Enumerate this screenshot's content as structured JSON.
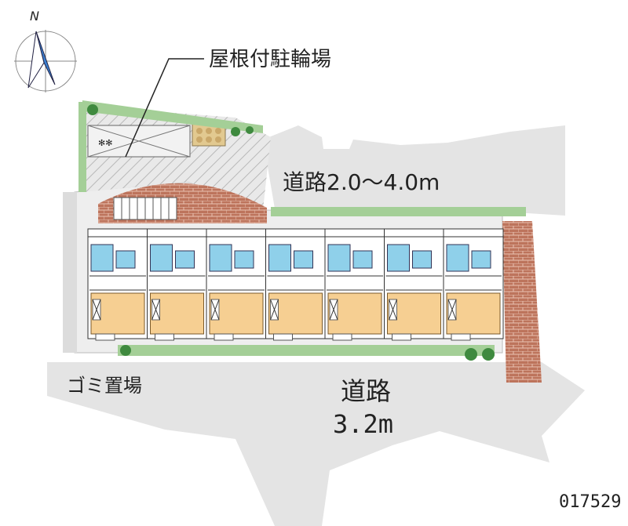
{
  "compass": {
    "letter": "N"
  },
  "labels": {
    "covered_bike_parking": "屋根付駐輪場",
    "road_upper": "道路2.0～4.0m",
    "garbage": "ゴミ置場",
    "road_lower_name": "道路",
    "road_lower_width": "3.2m",
    "property_id": "017529"
  },
  "units": {
    "count": 7
  },
  "colors": {
    "road": "#e6e6e6",
    "site": "#efefef",
    "bike_hatch": "#d0d0d0",
    "brick": "#b9705a",
    "room": "#f6cf92",
    "bath": "#8fd0ea",
    "green": "#3f8a3f",
    "lawn": "#a8d59a"
  }
}
